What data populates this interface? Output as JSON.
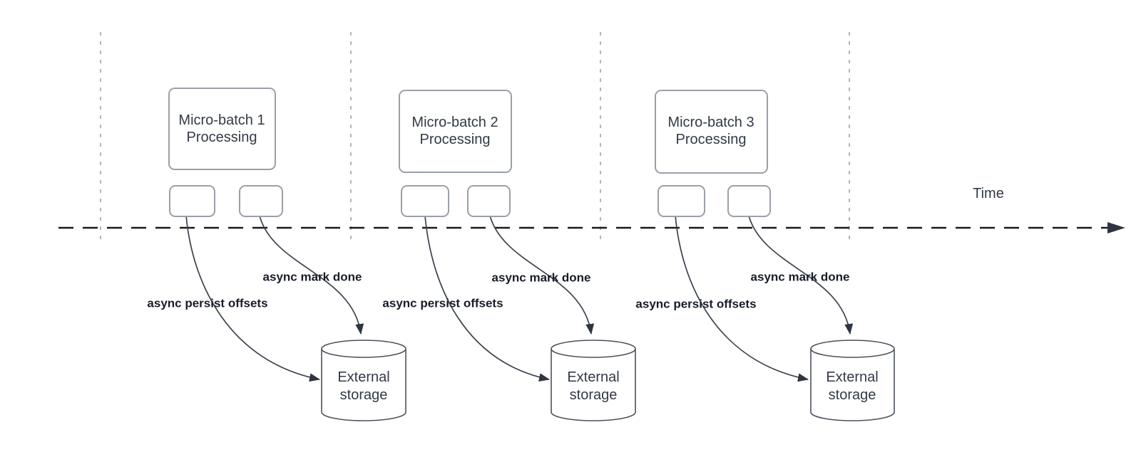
{
  "diagram": {
    "title_semantic": "Micro-batch async progress tracking over time",
    "time_axis": {
      "label": "Time"
    },
    "colors": {
      "background": "#ffffff",
      "guide_dash": "#b1b6bb",
      "timeline": "#1a1a1a",
      "node_border": "#9aa0a8",
      "cylinder_border": "#4b525c",
      "arrow_stroke": "#3c434e",
      "node_text": "#333a46",
      "label_text": "#181d28"
    },
    "batches": [
      {
        "title_lines": [
          "Micro-batch 1",
          "Processing"
        ],
        "persist_arrow_label": "async persist offsets",
        "done_arrow_label": "async mark done",
        "storage_lines": [
          "External",
          "storage"
        ]
      },
      {
        "title_lines": [
          "Micro-batch 2",
          "Processing"
        ],
        "persist_arrow_label": "async persist offsets",
        "done_arrow_label": "async mark done",
        "storage_lines": [
          "External",
          "storage"
        ]
      },
      {
        "title_lines": [
          "Micro-batch 3",
          "Processing"
        ],
        "persist_arrow_label": "async persist offsets",
        "done_arrow_label": "async mark done",
        "storage_lines": [
          "External",
          "storage"
        ]
      }
    ]
  }
}
